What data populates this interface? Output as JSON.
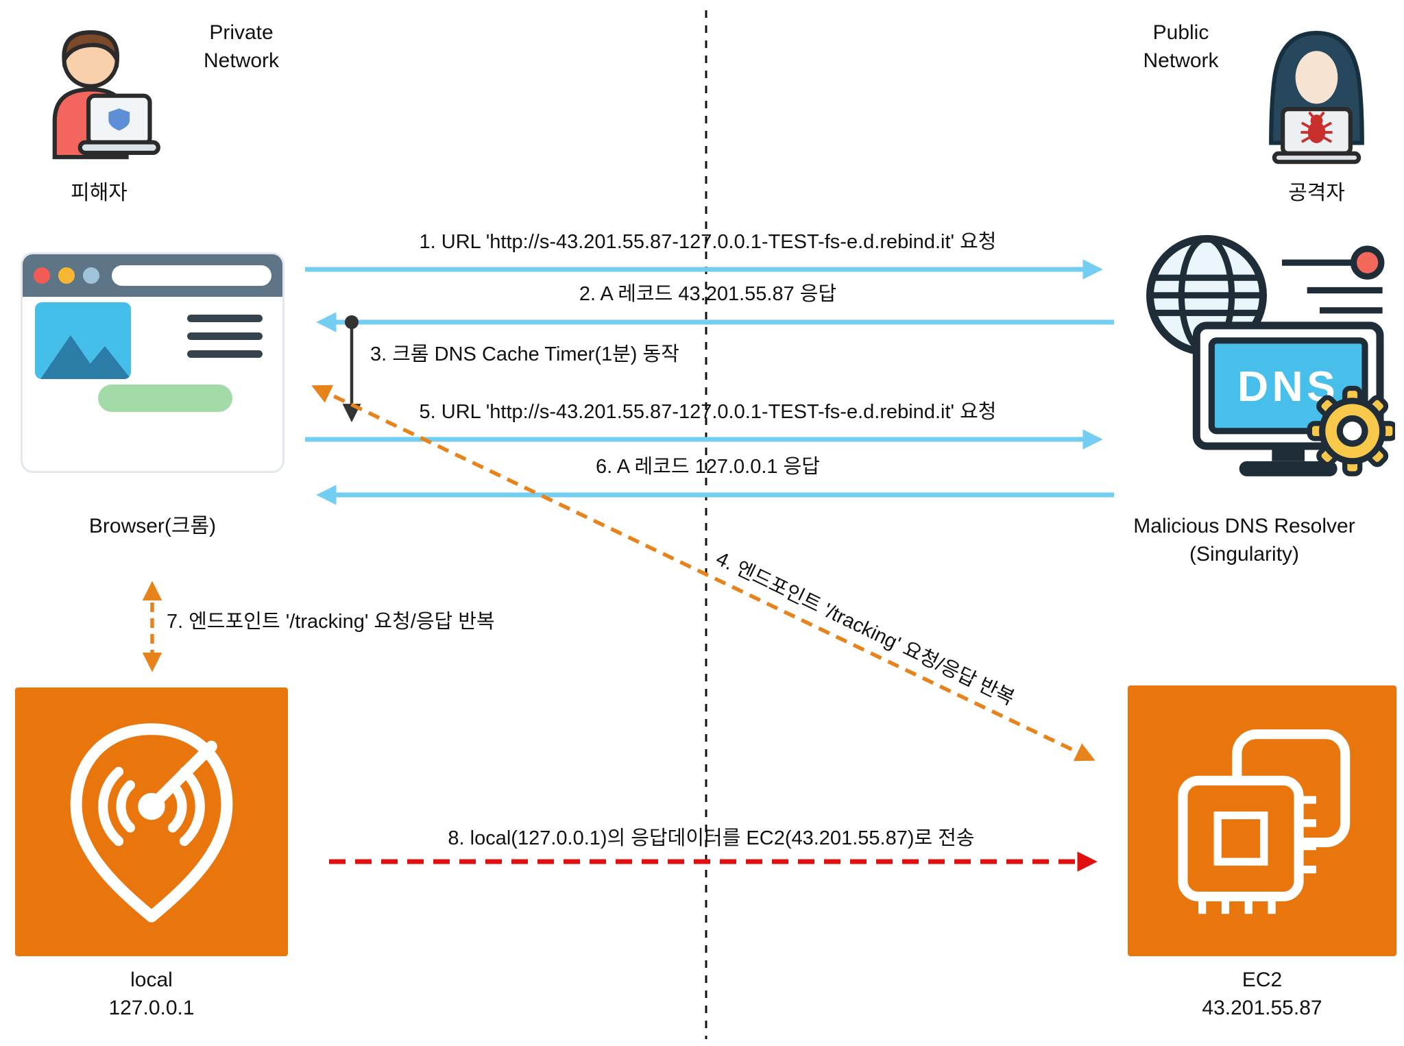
{
  "diagram": {
    "networks": {
      "private": "Private\nNetwork",
      "public": "Public\nNetwork"
    },
    "actors": {
      "victim": "피해자",
      "attacker": "공격자"
    },
    "nodes": {
      "browser": "Browser(크롬)",
      "dns": "Malicious DNS Resolver\n(Singularity)",
      "dns_icon_text": "DNS",
      "local": "local\n127.0.0.1",
      "ec2": "EC2\n43.201.55.87"
    },
    "steps": {
      "s1": "1. URL 'http://s-43.201.55.87-127.0.0.1-TEST-fs-e.d.rebind.it' 요청",
      "s2": "2. A 레코드 43.201.55.87 응답",
      "s3": "3. 크롬 DNS Cache Timer(1분) 동작",
      "s4": "4. 엔드포인트 '/tracking' 요청/응답 반복",
      "s5": "5. URL 'http://s-43.201.55.87-127.0.0.1-TEST-fs-e.d.rebind.it' 요청",
      "s6": "6. A 레코드 127.0.0.1 응답",
      "s7": "7. 엔드포인트 '/tracking'  요청/응답 반복",
      "s8": "8. local(127.0.0.1)의 응답데이터를 EC2(43.201.55.87)로 전송"
    },
    "colors": {
      "arrow_blue": "#74CEF2",
      "arrow_orange": "#E8831C",
      "arrow_red": "#E01010",
      "aws_orange": "#E8760D"
    }
  }
}
